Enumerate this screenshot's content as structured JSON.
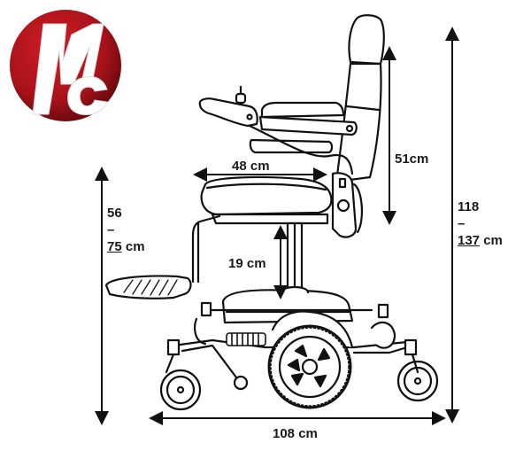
{
  "logo": {
    "letters": "MC",
    "color_primary": "#b3121a",
    "color_dark": "#6e0a0f",
    "letter_color": "#ffffff"
  },
  "diagram": {
    "subject": "power-wheelchair-side-view",
    "units": "cm",
    "dimensions": {
      "seat_width": {
        "label": "48 cm"
      },
      "backrest_height": {
        "label": "51cm"
      },
      "seat_to_base": {
        "label": "19 cm"
      },
      "seat_height": {
        "min": "56",
        "dash": "–",
        "max": "75",
        "unit": "cm"
      },
      "overall_height": {
        "min": "118",
        "dash": "–",
        "max": "137",
        "unit": "cm"
      },
      "overall_length": {
        "label": "108 cm"
      }
    }
  }
}
